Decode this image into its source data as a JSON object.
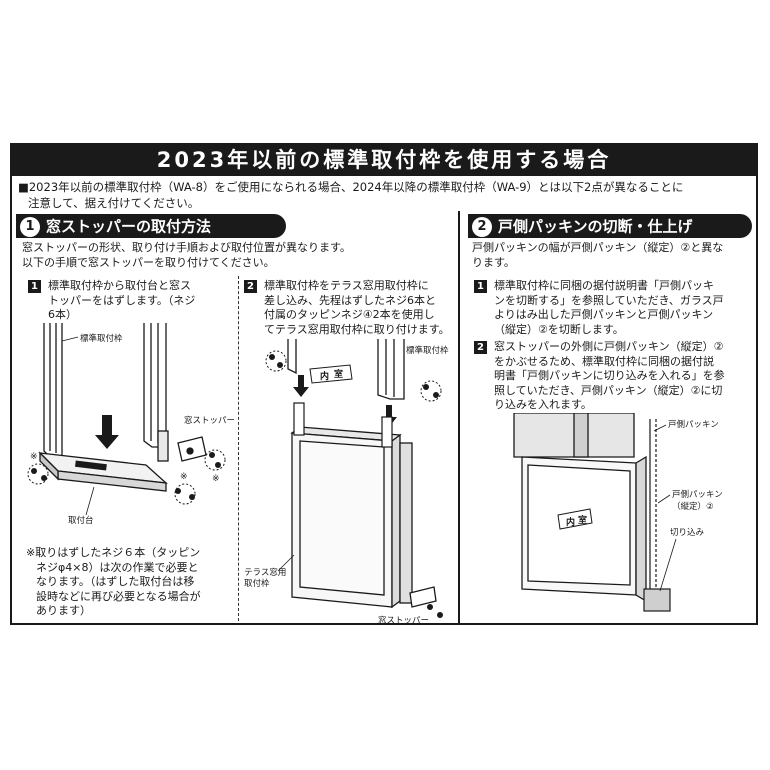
{
  "title": "2023年以前の標準取付枠を使用する場合",
  "intro": {
    "line1": "■2023年以前の標準取付枠（WA-8）をご使用になられる場合、2024年以降の標準取付枠（WA-9）とは以下2点が異なることに",
    "line2": "注意して、据え付けてください。"
  },
  "section1": {
    "number": "1",
    "title": "窓ストッパーの取付方法",
    "desc1": "窓ストッパーの形状、取り付け手順および取付位置が異なります。",
    "desc2": "以下の手順で窓ストッパーを取り付けてください。",
    "step1": {
      "badge": "1",
      "lines": [
        "標準取付枠から取付台と窓ス",
        "トッパーをはずします。（ネジ",
        "6本）"
      ]
    },
    "step2": {
      "badge": "2",
      "lines": [
        "標準取付枠をテラス窓用取付枠に",
        "差し込み、先程はずしたネジ6本と",
        "付属のタッピンネジ④2本を使用し",
        "てテラス窓用取付枠に取り付けます。"
      ]
    },
    "note": [
      "※取りはずしたネジ６本（タッピン",
      "ネジφ4×8）は次の作業で必要と",
      "なります。（はずした取付台は移",
      "設時などに再び必要となる場合が",
      "あります）"
    ],
    "labels": {
      "frame": "標準取付枠",
      "stopper": "窓ストッパー",
      "base": "取付台",
      "frame2": "標準取付枠",
      "terrace1": "テラス窓用",
      "terrace2": "取付枠",
      "stopper2": "窓ストッパー",
      "indoor": "内",
      "room": "室",
      "asterisk": "※"
    }
  },
  "section2": {
    "number": "2",
    "title": "戸側パッキンの切断・仕上げ",
    "desc1": "戸側パッキンの幅が戸側パッキン（縦定）②と異な",
    "desc2": "ります。",
    "step1": {
      "badge": "1",
      "lines": [
        "標準取付枠に同梱の据付説明書「戸側パッキ",
        "ンを切断する」を参照していただき、ガラス戸",
        "よりはみ出した戸側パッキンと戸側パッキン",
        "（縦定）②を切断します。"
      ]
    },
    "step2": {
      "badge": "2",
      "lines": [
        "窓ストッパーの外側に戸側パッキン（縦定）②",
        "をかぶせるため、標準取付枠に同梱の据付説",
        "明書「戸側パッキンに切り込みを入れる」を参",
        "照していただき、戸側パッキン（縦定）②に切",
        "り込みを入れます。"
      ]
    },
    "labels": {
      "packing": "戸側パッキン",
      "packing2a": "戸側パッキン",
      "packing2b": "（縦定）②",
      "cut": "切り込み",
      "indoor": "内",
      "room": "室"
    }
  }
}
